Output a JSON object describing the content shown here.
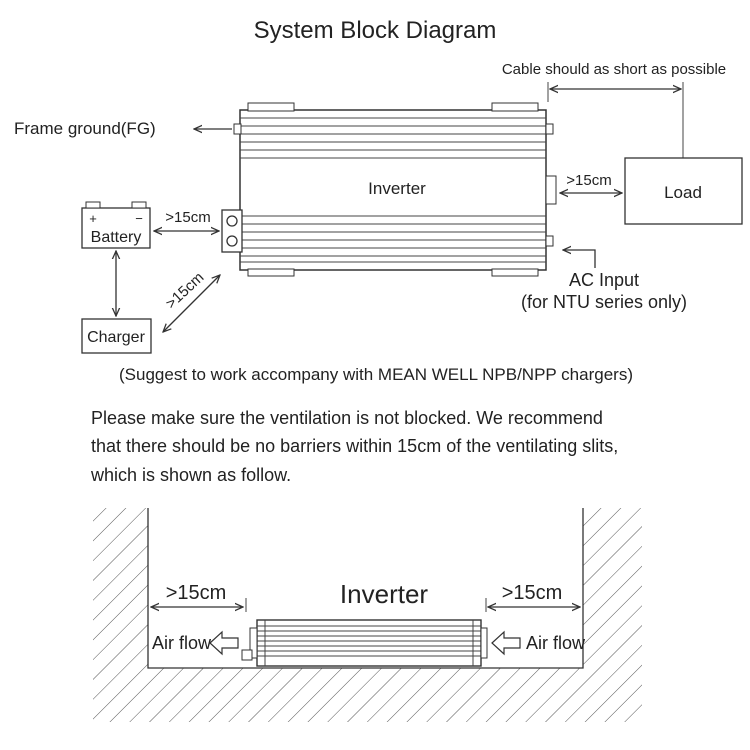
{
  "title": "System Block Diagram",
  "labels": {
    "cable_note": "Cable should as short as possible",
    "frame_ground": "Frame ground(FG)",
    "inverter": "Inverter",
    "load": "Load",
    "battery": "Battery",
    "battery_plus": "+",
    "battery_minus": "−",
    "charger": "Charger",
    "dist_battery": ">15cm",
    "dist_load": ">15cm",
    "dist_charger": ">15cm",
    "ac_input": "AC Input",
    "ac_input_note": "(for NTU series only)",
    "suggest": "(Suggest to work accompany with MEAN WELL NPB/NPP chargers)"
  },
  "paragraph": [
    "Please make sure the ventilation is not blocked. We recommend",
    "that there should be no barriers within 15cm of the ventilating slits,",
    "which is shown as follow."
  ],
  "bottom": {
    "inverter": "Inverter",
    "left_dist": ">15cm",
    "right_dist": ">15cm",
    "left_airflow": "Air flow",
    "right_airflow": "Air flow"
  }
}
